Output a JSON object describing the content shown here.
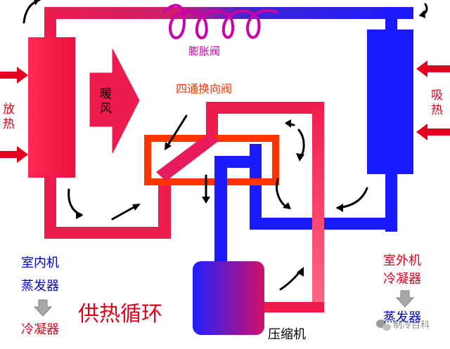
{
  "labels": {
    "expansion_valve": "膨胀阀",
    "four_way_valve": "四通换向阀",
    "warm_air": "暖风",
    "release_heat": "放热",
    "absorb_heat": "吸热",
    "indoor_unit": "室内机",
    "indoor_evaporator": "蒸发器",
    "indoor_condenser": "冷凝器",
    "heating_cycle": "供热循环",
    "outdoor_unit": "室外机",
    "outdoor_condenser": "冷凝器",
    "outdoor_evaporator": "蒸发器",
    "compressor": "压缩机",
    "watermark": "制冷百科"
  },
  "colors": {
    "hot": "#ee1c4e",
    "cold": "#1a1aff",
    "valve_coil": "#cc00aa",
    "valve_frame": "#ff3300",
    "label_red": "#e0001b",
    "label_blue": "#0000cc",
    "arrow_red": "#e60020",
    "down_arrow": "#a0a0a0"
  },
  "icons": {
    "change_arrow": "down-arrow-icon",
    "watermark_icon": "wechat-icon"
  }
}
